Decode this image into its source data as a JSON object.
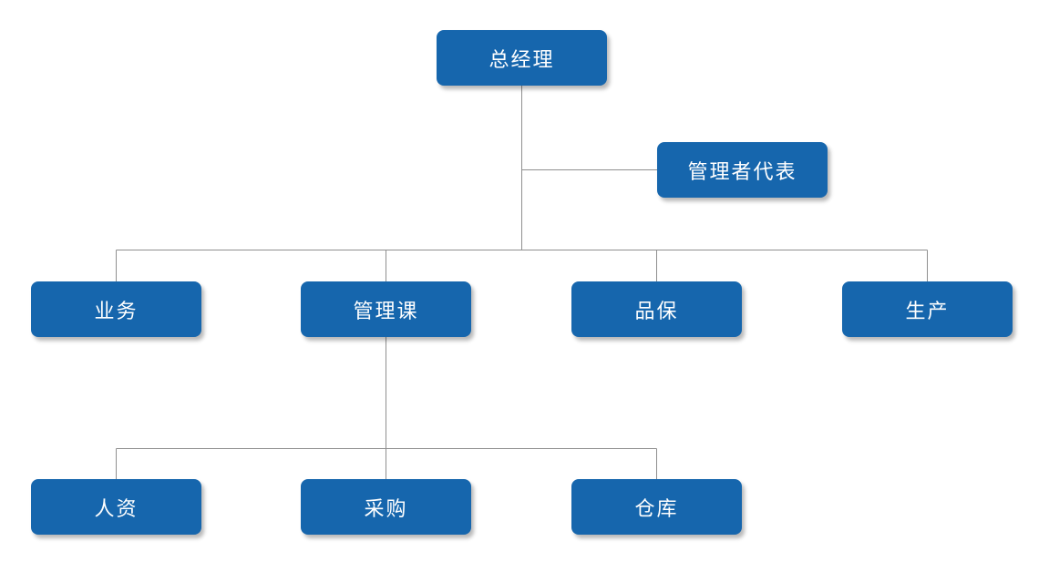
{
  "colors": {
    "node_fill": "#1666ad",
    "node_text": "#ffffff",
    "connector": "#8f8f8f",
    "background": "#ffffff"
  },
  "nodes": {
    "general_manager": "总经理",
    "management_representative": "管理者代表",
    "business": "业务",
    "management_section": "管理课",
    "quality_assurance": "品保",
    "production": "生产",
    "human_resources": "人资",
    "purchasing": "采购",
    "warehouse": "仓库"
  }
}
